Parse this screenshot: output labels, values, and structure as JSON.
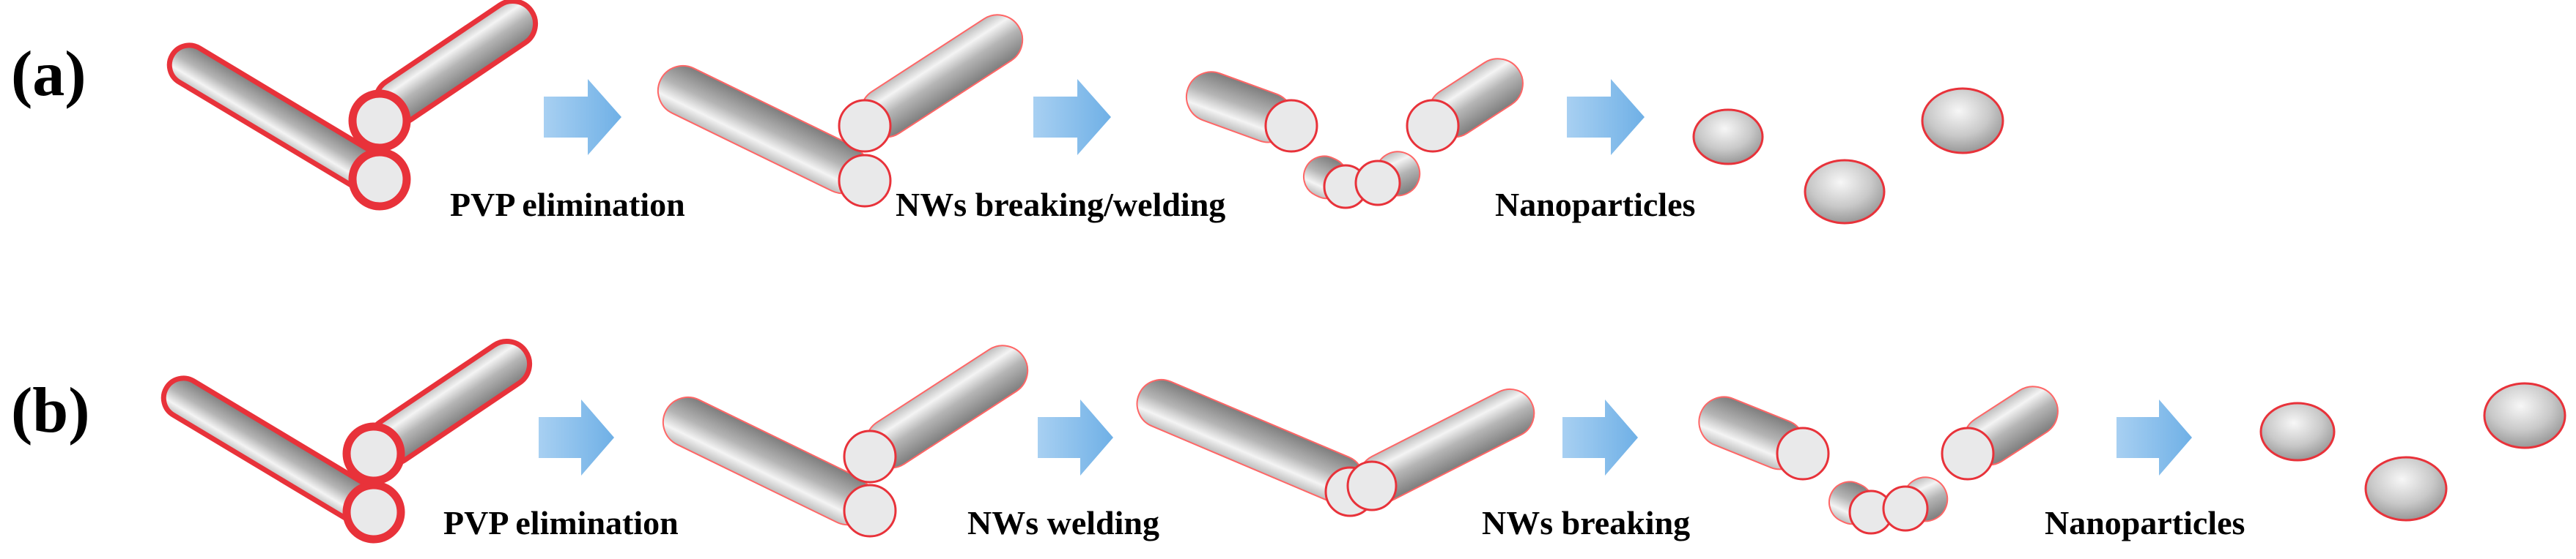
{
  "panels": [
    {
      "label": "(a)",
      "steps": [
        "PVP elimination",
        "NWs breaking/welding",
        "Nanoparticles"
      ]
    },
    {
      "label": "(b)",
      "steps": [
        "PVP elimination",
        "NWs welding",
        "NWs breaking",
        "Nanoparticles"
      ]
    }
  ],
  "colors": {
    "outline": "#e8323a",
    "rod_dark": "#8a8a8a",
    "rod_light": "#f4f4f4",
    "end_face": "#e9e9ea",
    "arrow": "#8fc1ea"
  }
}
